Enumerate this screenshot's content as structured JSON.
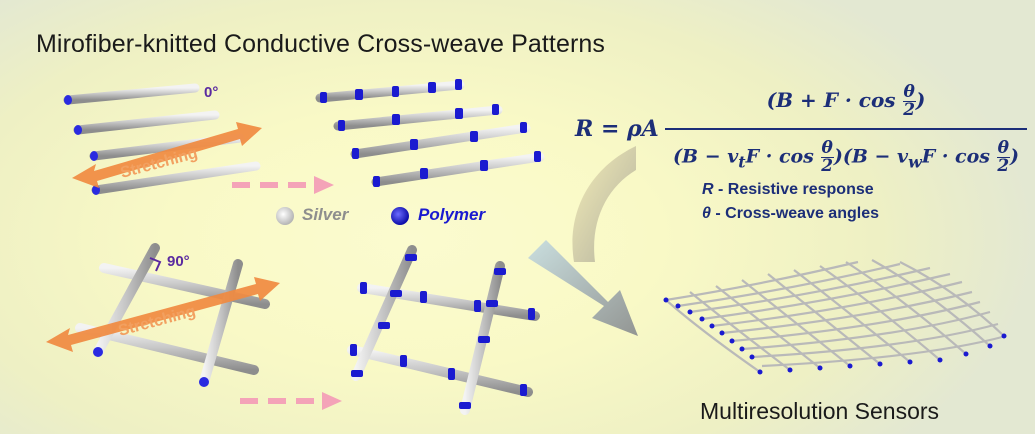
{
  "title": "Mirofiber-knitted Conductive Cross-weave Patterns",
  "angles": {
    "parallel": "0°",
    "cross": "90°"
  },
  "stretch_label": "Stretching",
  "materials": [
    {
      "name": "Silver",
      "color": "#c8c8c8"
    },
    {
      "name": "Polymer",
      "color": "#1a1ad0"
    }
  ],
  "equation": {
    "lhs": "R = ρA",
    "numerator": "(B + F · cos θ/2)",
    "denominator": "(B − v_t F · cos θ/2)(B − v_w F · cos θ/2)"
  },
  "legend": [
    {
      "symbol": "R",
      "text": " - Resistive response"
    },
    {
      "symbol": "θ",
      "text": " - Cross-weave angles"
    }
  ],
  "caption": "Multiresolution Sensors",
  "colors": {
    "accent_orange": "#f08a40",
    "arrow_pink": "#f4a3b8",
    "formula": "#1c2e78",
    "angle": "#5a2aa0"
  }
}
